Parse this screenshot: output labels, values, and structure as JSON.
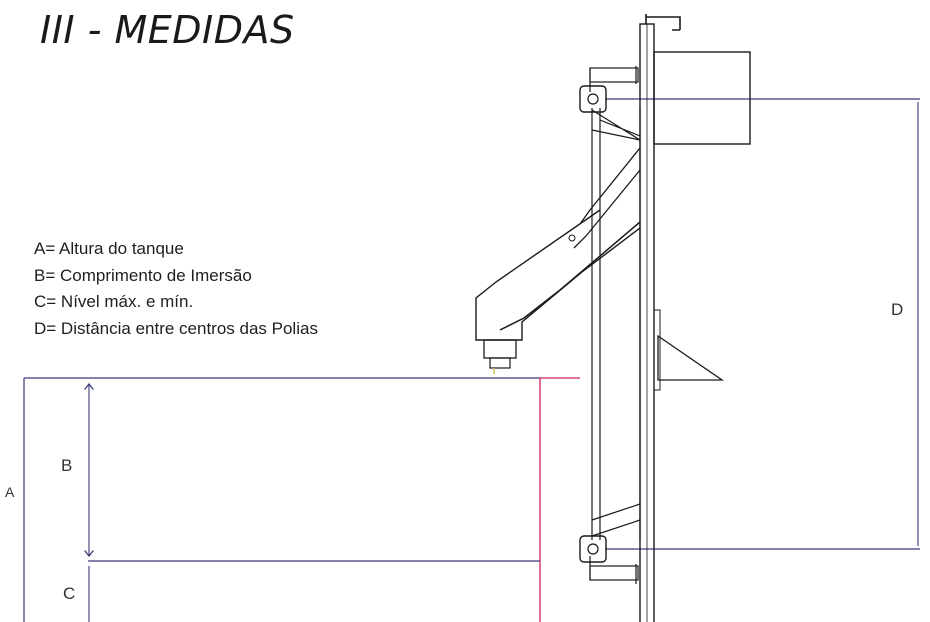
{
  "title": "III - MEDIDAS",
  "legend": {
    "a": "A= Altura do tanque",
    "b": "B= Comprimento de Imersão",
    "c": "C= Nível máx. e mín.",
    "d": "D= Distância entre centros das Polias"
  },
  "dimensions": {
    "a": "A",
    "b": "B",
    "c": "C",
    "d": "D"
  },
  "colors": {
    "dimension_line": "#3a3a7a",
    "tank_edge": "#d02060",
    "machine_line": "#1a1a1a"
  }
}
